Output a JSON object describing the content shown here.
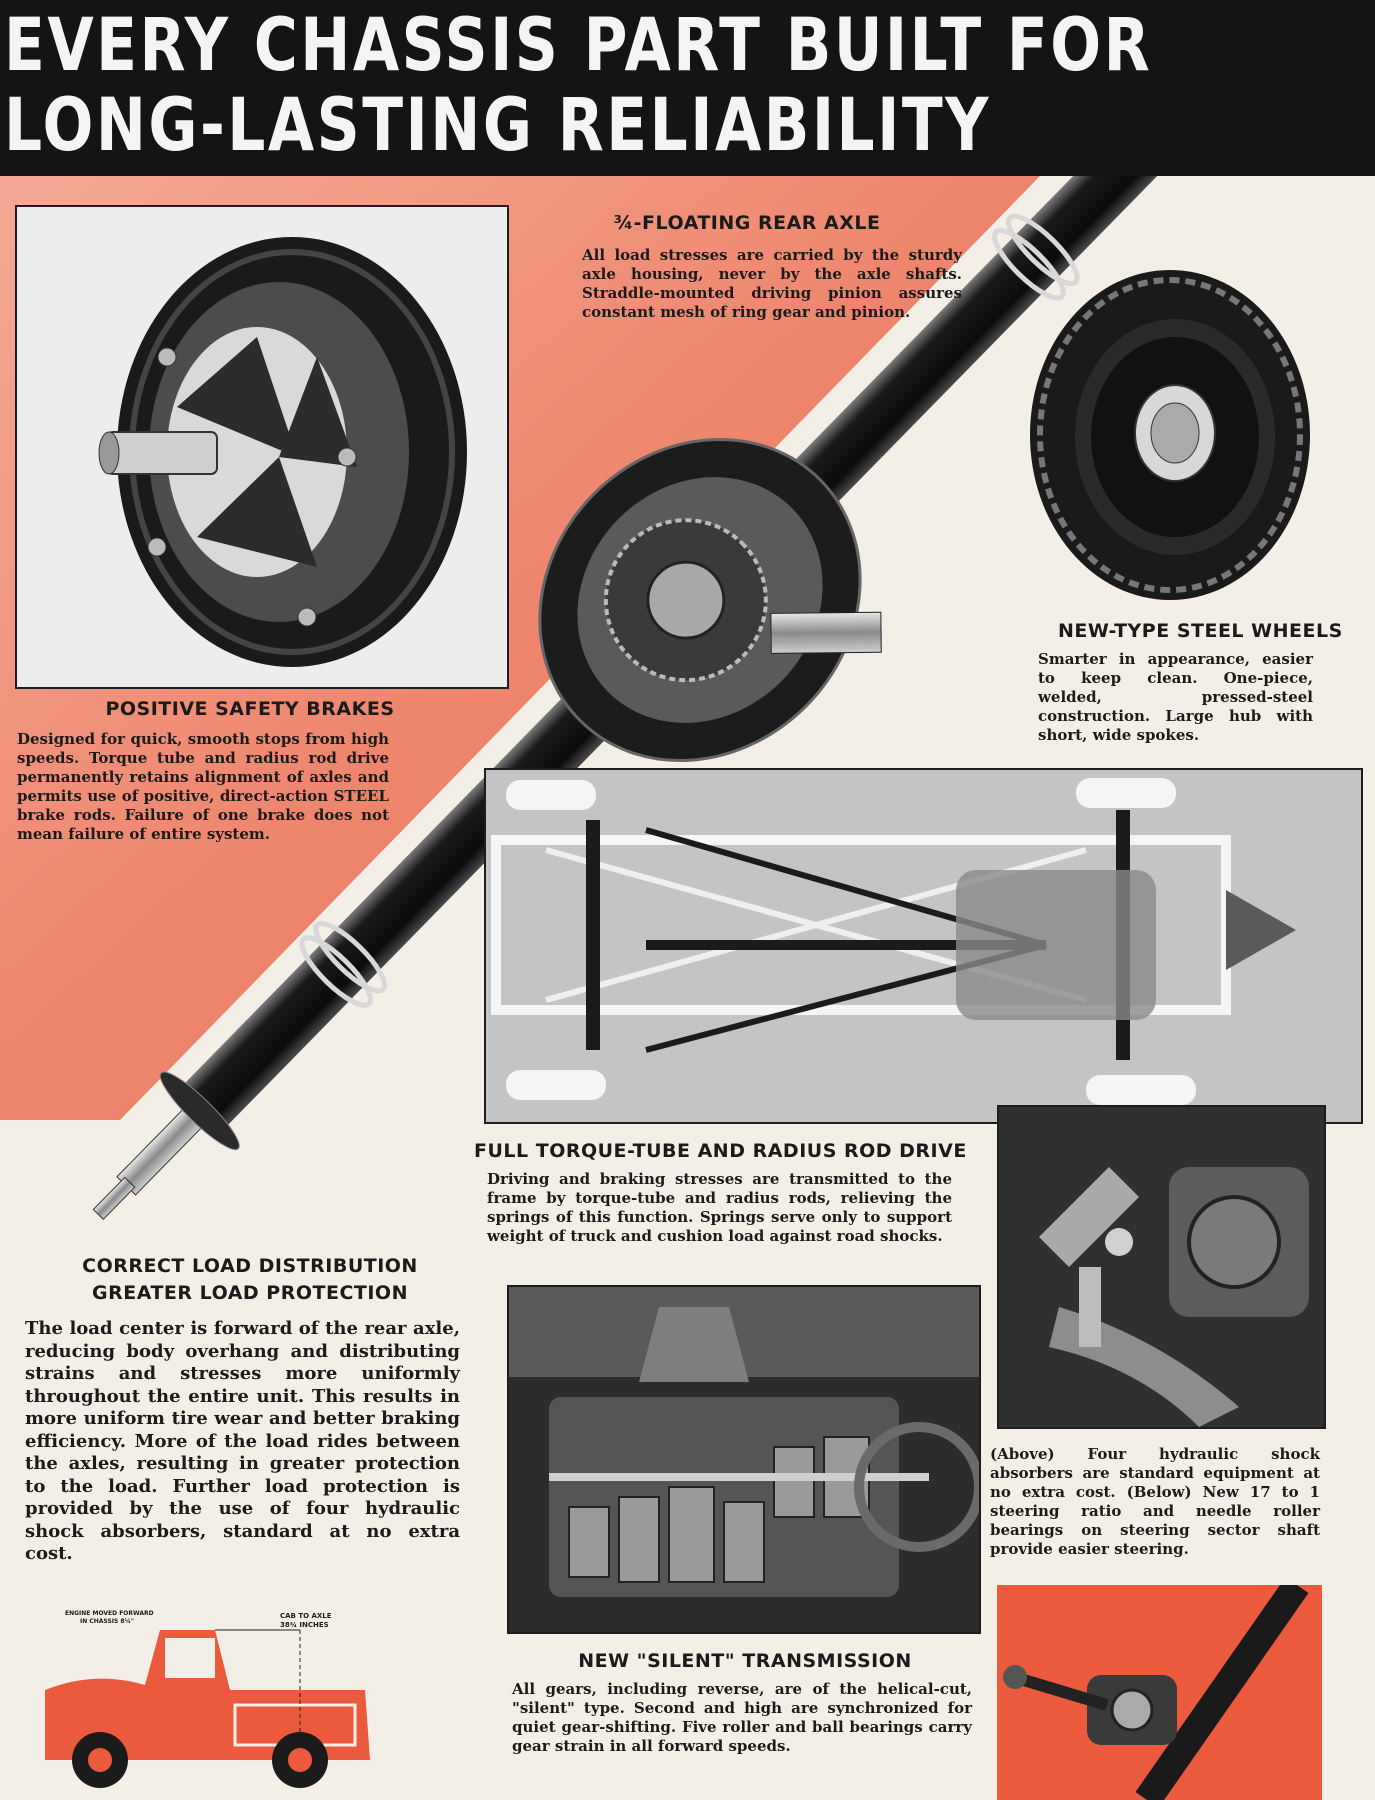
{
  "header": {
    "line1": "EVERY CHASSIS PART BUILT FOR",
    "line2": "LONG-LASTING RELIABILITY"
  },
  "rear_axle": {
    "heading": "¾-FLOATING REAR AXLE",
    "body": "All load stresses are carried by the sturdy axle housing, never by the axle shafts. Straddle-mounted driving pinion assures constant mesh of ring gear and pinion."
  },
  "brakes": {
    "heading": "POSITIVE SAFETY BRAKES",
    "body": "Designed for quick, smooth stops from high speeds. Torque tube and radius rod drive permanently retains alignment of axles and permits use of positive, direct-action STEEL brake rods. Failure of one brake does not mean failure of entire system."
  },
  "wheels": {
    "heading": "NEW-TYPE STEEL WHEELS",
    "body": "Smarter in appearance, easier to keep clean. One-piece, welded, pressed-steel construction. Large hub with short, wide spokes."
  },
  "torque_tube": {
    "heading": "FULL TORQUE-TUBE AND RADIUS ROD DRIVE",
    "body": "Driving and braking stresses are transmitted to the frame by torque-tube and radius rods, relieving the springs of this function. Springs serve only to support weight of truck and cushion load against road shocks."
  },
  "load": {
    "heading_line1": "CORRECT LOAD DISTRIBUTION",
    "heading_line2": "GREATER LOAD PROTECTION",
    "body": "The load center is forward of the rear axle, reducing body overhang and distributing strains and stresses more uniformly throughout the entire unit. This results in more uniform tire wear and better braking efficiency. More of the load rides between the axles, resulting in greater protection to the load. Further load protection is provided by the use of four hydraulic shock absorbers, standard at no extra cost."
  },
  "shocks": {
    "body": "(Above) Four hydraulic shock absorbers are standard equipment at no extra cost. (Below) New 17 to 1 steering ratio and needle roller bearings on steering sector shaft provide easier steering."
  },
  "transmission": {
    "heading": "NEW \"SILENT\" TRANSMISSION",
    "body": "All gears, including reverse, are of the helical-cut, \"silent\" type. Second and high are synchronized for quiet gear-shifting. Five roller and ball bearings carry gear strain in all forward speeds."
  },
  "truck_diagram": {
    "engine_label_1": "ENGINE MOVED FORWARD",
    "engine_label_2": "IN CHASSIS 8¼\"",
    "cab_label_1": "CAB TO AXLE",
    "cab_label_2": "38¾ INCHES"
  },
  "colors": {
    "accent": "#f08068",
    "truck_red": "#ec5a3e",
    "header_bg": "#141414",
    "paper": "#f3efe6"
  }
}
